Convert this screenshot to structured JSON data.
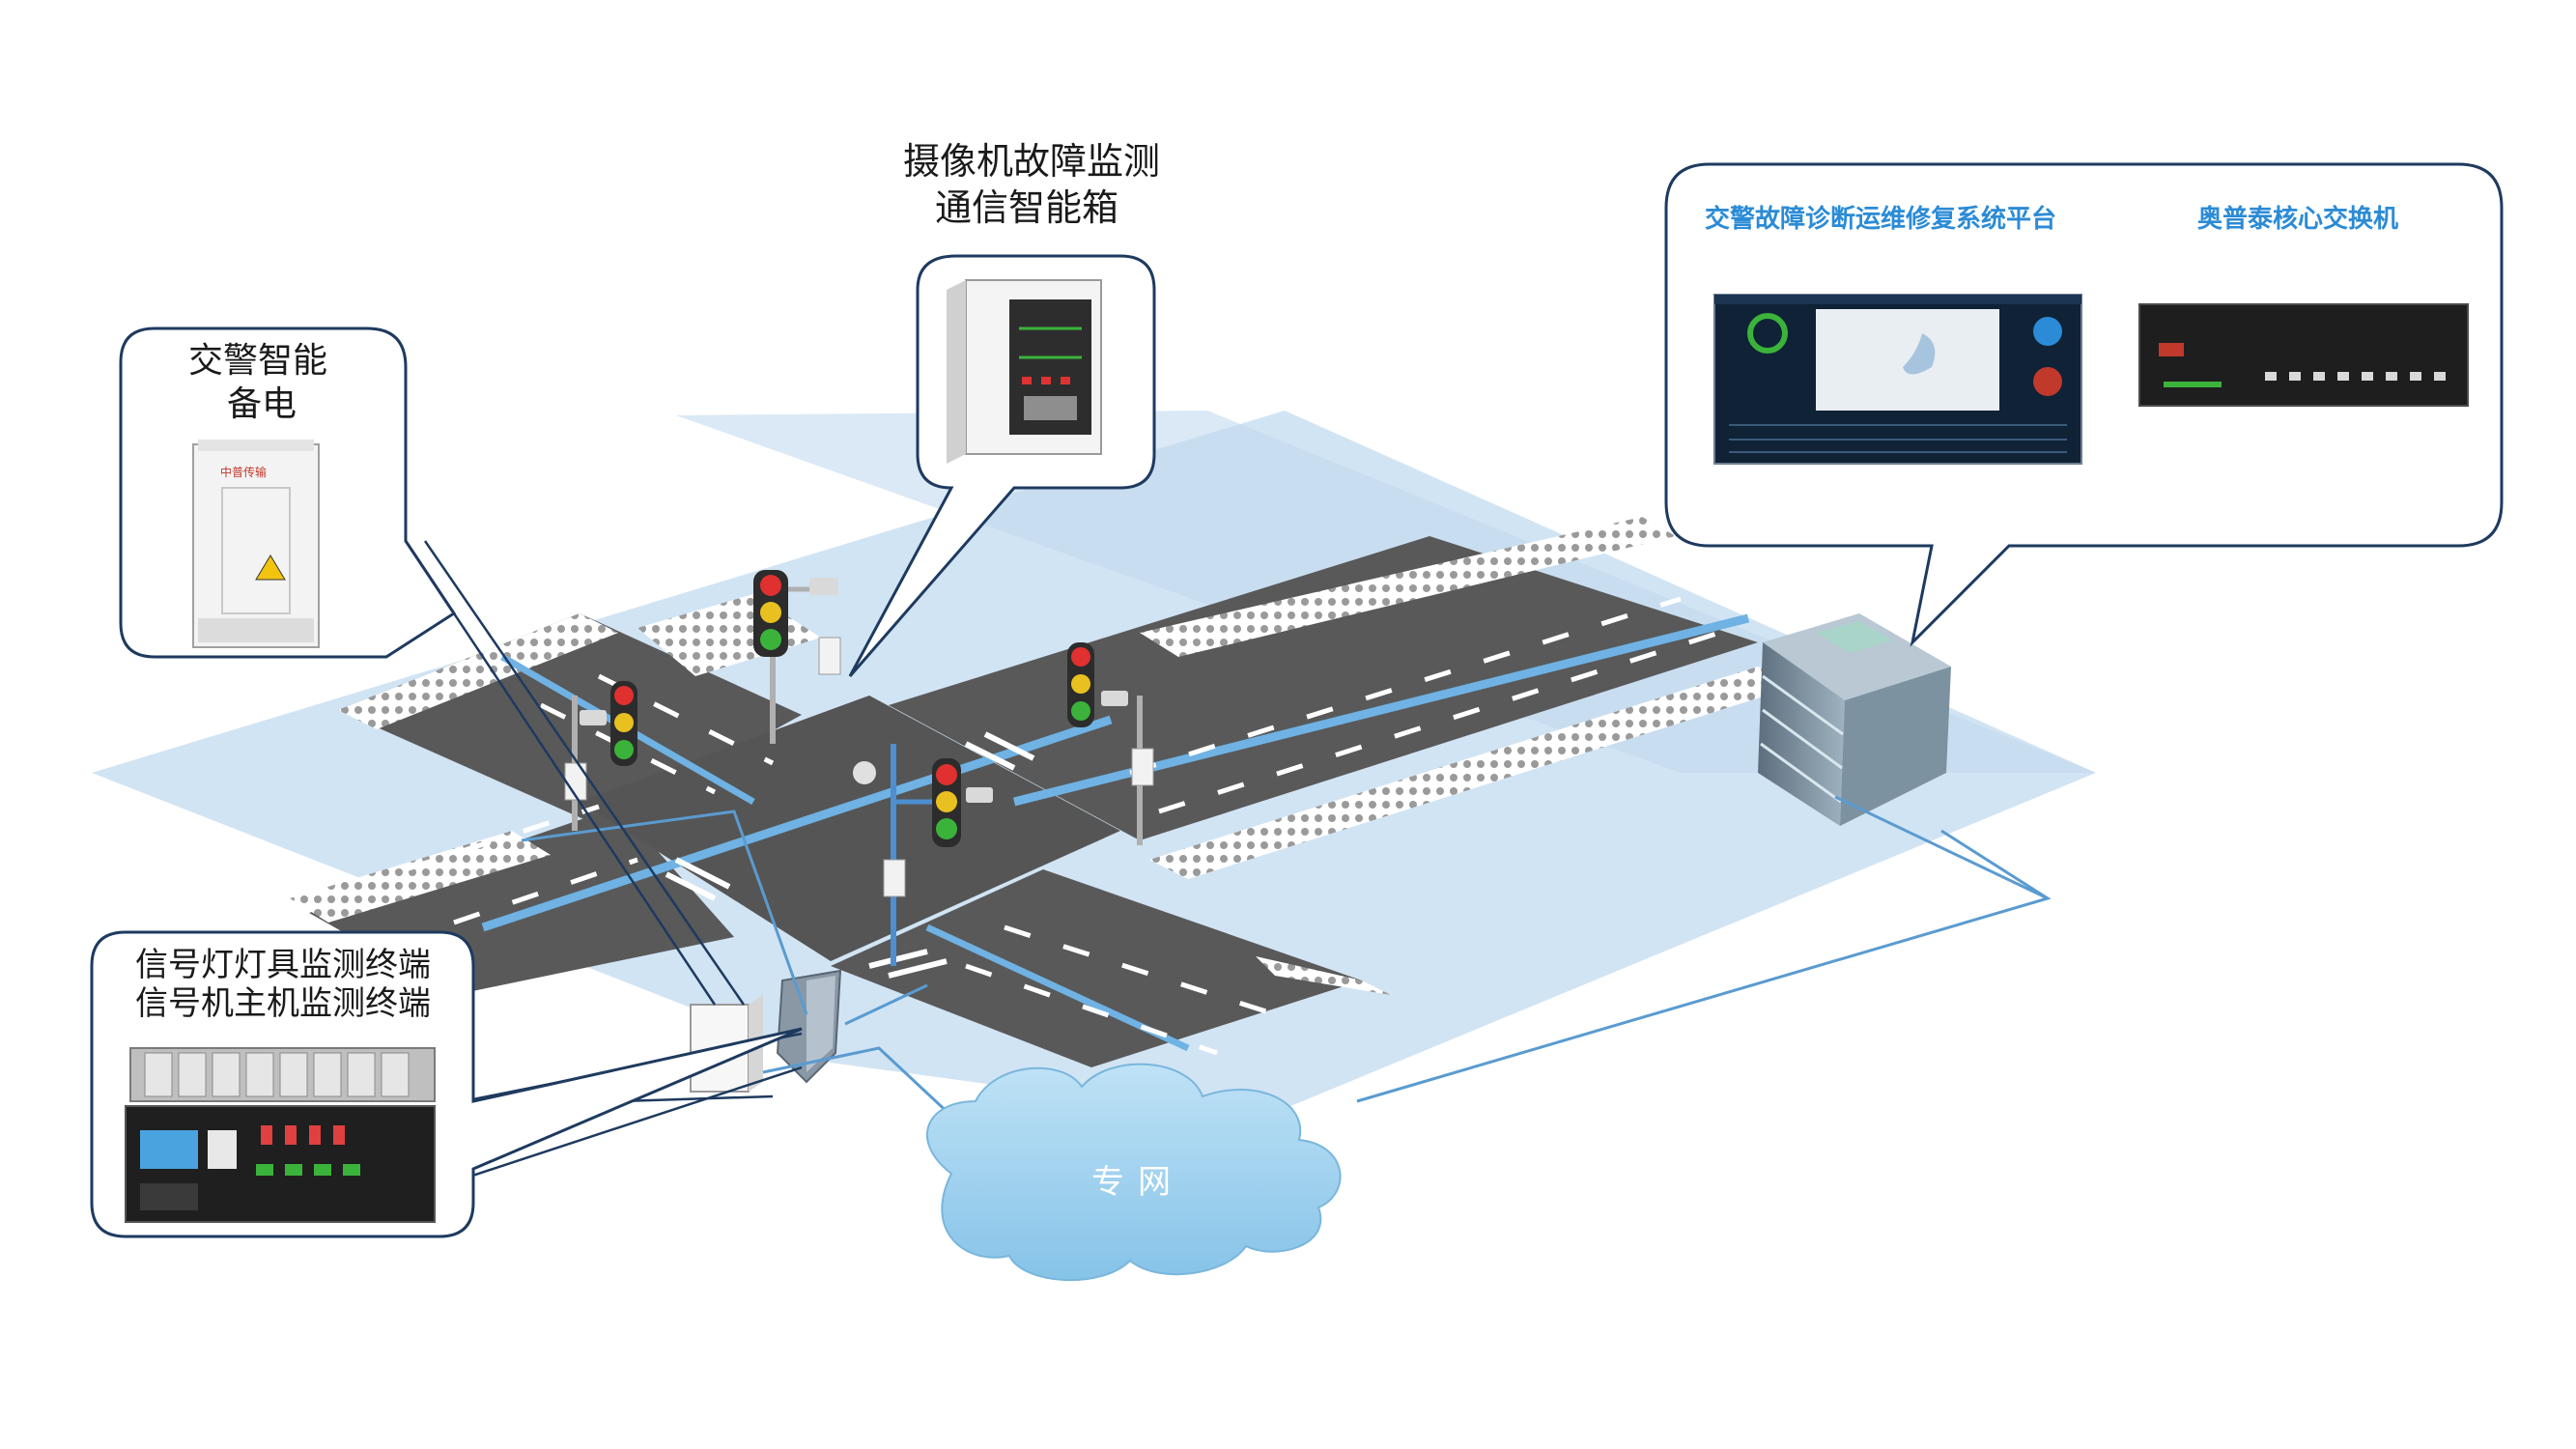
{
  "labels": {
    "backup_power": [
      "交警智能",
      "备电"
    ],
    "camera_box": [
      "摄像机故障监测",
      "通信智能箱"
    ],
    "terminals": [
      "信号灯灯具监测终端",
      "信号机主机监测终端"
    ],
    "platform": "交警故障诊断运维修复系统平台",
    "switch": "奥普泰核心交换机",
    "network": "专网",
    "cabinet_brand": "中普传输"
  },
  "colors": {
    "ground": "#cfe3f2",
    "road": "#595959",
    "lane_marking": "#ffffff",
    "bus_lane": "#6fb2e3",
    "callout_border": "#1e3a5f",
    "link_line": "#5a9bd0",
    "cloud": "#9fd0ee",
    "platform_text": "#2b8bd6"
  },
  "icons": [
    "traffic-light-icon",
    "camera-icon",
    "dome-camera-icon",
    "cabinet-icon",
    "building-icon",
    "server-rack-icon",
    "network-switch-icon",
    "dashboard-icon",
    "cloud-icon",
    "shield-icon"
  ]
}
